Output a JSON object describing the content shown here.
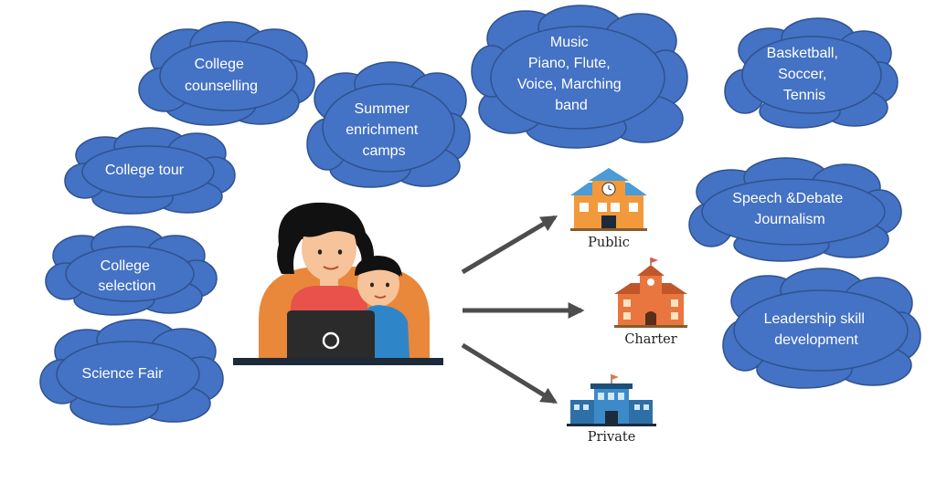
{
  "activities": [
    {
      "id": "college-counselling",
      "lines": [
        "College",
        "counselling"
      ]
    },
    {
      "id": "college-tour",
      "lines": [
        "College tour"
      ]
    },
    {
      "id": "college-selection",
      "lines": [
        "College",
        "selection"
      ]
    },
    {
      "id": "science-fair",
      "lines": [
        "Science Fair"
      ]
    },
    {
      "id": "summer-camps",
      "lines": [
        "Summer",
        "enrichment",
        "camps"
      ]
    },
    {
      "id": "music",
      "lines": [
        "Music",
        "Piano, Flute,",
        "Voice, Marching",
        "band"
      ]
    },
    {
      "id": "sports",
      "lines": [
        "Basketball,",
        "Soccer,",
        "Tennis"
      ]
    },
    {
      "id": "speech-debate",
      "lines": [
        "Speech &Debate",
        "Journalism"
      ]
    },
    {
      "id": "leadership",
      "lines": [
        "Leadership skill",
        "development"
      ]
    }
  ],
  "schools": [
    {
      "id": "public",
      "label": "Public"
    },
    {
      "id": "charter",
      "label": "Charter"
    },
    {
      "id": "private",
      "label": "Private"
    }
  ],
  "colors": {
    "cloud_fill": "#4472C4",
    "cloud_stroke": "#2F528F",
    "arrow": "#4D4D4D"
  }
}
